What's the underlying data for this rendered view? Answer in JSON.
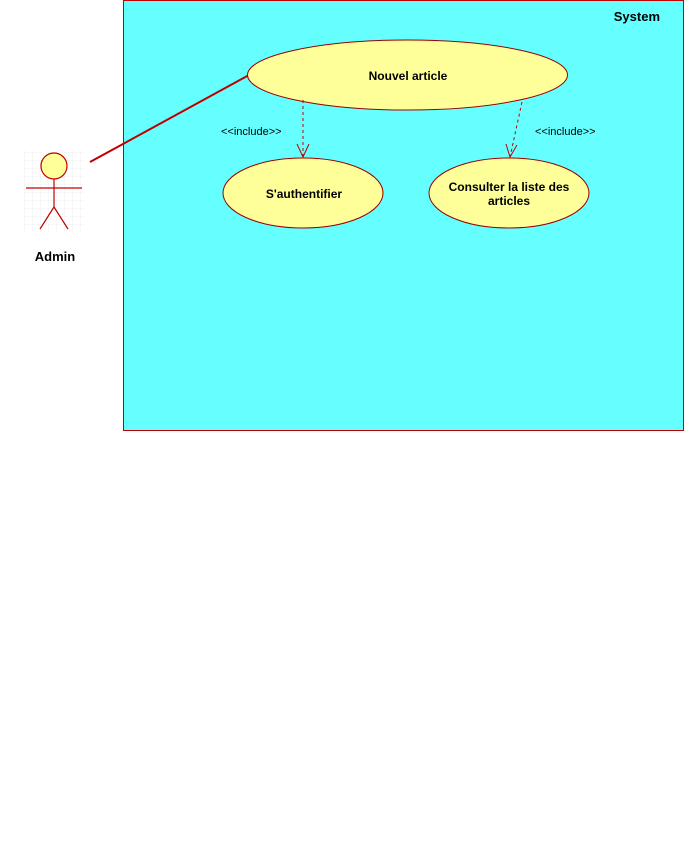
{
  "system": {
    "title": "System",
    "fill_color": "#66ffff",
    "border_color": "#c00000"
  },
  "actor": {
    "name": "Admin",
    "icon": "stick-figure-icon",
    "head_color": "#ffff99",
    "line_color": "#c00000"
  },
  "use_cases": {
    "nouvel_article": "Nouvel article",
    "authentifier": "S'authentifier",
    "consulter_line1": "Consulter la liste des",
    "consulter_line2": "articles"
  },
  "relationships": {
    "include_auth": "<<include>>",
    "include_consulter": "<<include>>"
  },
  "colors": {
    "use_case_fill": "#ffff99",
    "use_case_border": "#990000",
    "association_line": "#c00000",
    "dependency_line": "#c00000"
  }
}
